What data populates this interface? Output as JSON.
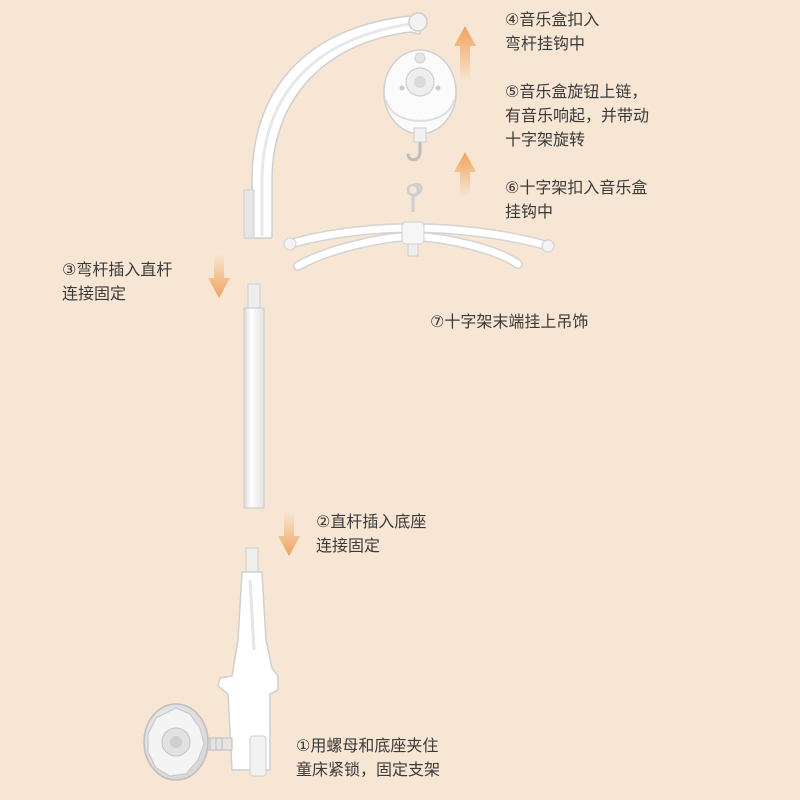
{
  "steps": [
    {
      "id": "step-4",
      "lines": [
        "④音乐盒扣入",
        "弯杆挂钩中"
      ]
    },
    {
      "id": "step-5",
      "lines": [
        "⑤音乐盒旋钮上链，",
        "有音乐响起，并带动",
        "十字架旋转"
      ]
    },
    {
      "id": "step-6",
      "lines": [
        "⑥十字架扣入音乐盒",
        "挂钩中"
      ]
    },
    {
      "id": "step-3",
      "lines": [
        "③弯杆插入直杆",
        "连接固定"
      ]
    },
    {
      "id": "step-7",
      "lines": [
        "⑦十字架末端挂上吊饰"
      ]
    },
    {
      "id": "step-2",
      "lines": [
        "②直杆插入底座",
        "连接固定"
      ]
    },
    {
      "id": "step-1",
      "lines": [
        "①用螺母和底座夹住",
        "童床紧锁，固定支架"
      ]
    }
  ],
  "colors": {
    "background": "#f7e6d3",
    "arrow": "#f0a35a",
    "part": "#ffffff",
    "part_shade": "#dcdcdc",
    "text": "#3a3a3a"
  }
}
